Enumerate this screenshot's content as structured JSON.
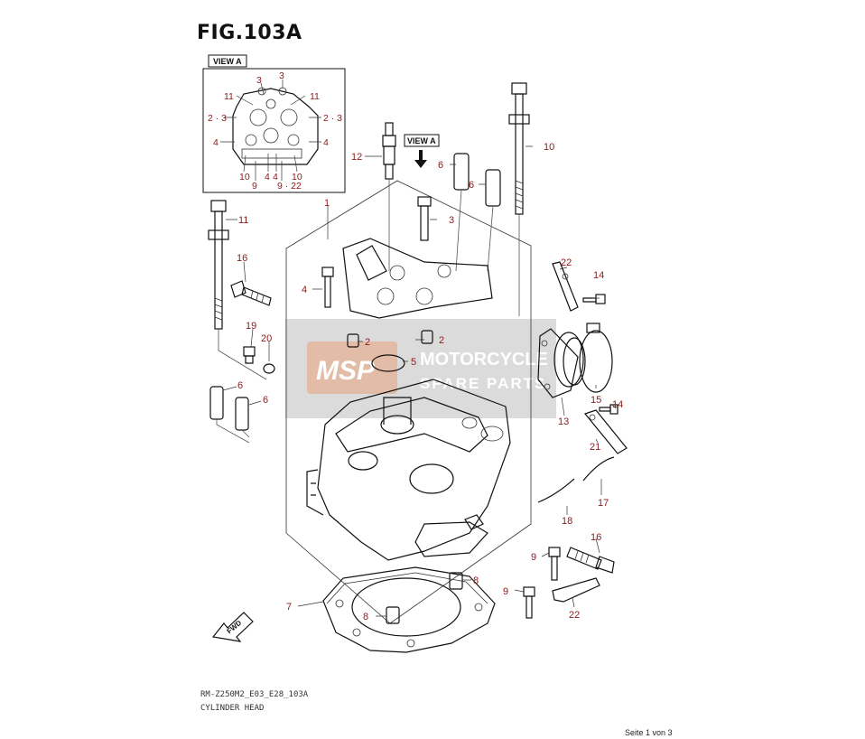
{
  "figure": {
    "title": "FIG.103A",
    "view_label_box": "VIEW A",
    "view_label_arrow": "VIEW A",
    "fwd_label": "FWD"
  },
  "footer": {
    "model_code": "RM-Z250M2_E03_E28_103A",
    "assembly_name": "CYLINDER HEAD",
    "page": "Seite 1 von 3"
  },
  "watermark": {
    "logo": "MSP",
    "line1": "MOTORCYCLE",
    "line2": "SPARE PARTS"
  },
  "inset_labels": [
    "3",
    "3",
    "11",
    "11",
    "2 · 3",
    "2 · 3",
    "4",
    "4",
    "10",
    "9",
    "4",
    "4",
    "10",
    "9 · 22"
  ],
  "main_labels": [
    "12",
    "6",
    "6",
    "10",
    "1",
    "3",
    "11",
    "16",
    "4",
    "2",
    "2",
    "5",
    "19",
    "20",
    "6",
    "6",
    "22",
    "14",
    "15",
    "13",
    "14",
    "21",
    "17",
    "18",
    "16",
    "9",
    "8",
    "9",
    "22",
    "7",
    "8"
  ]
}
